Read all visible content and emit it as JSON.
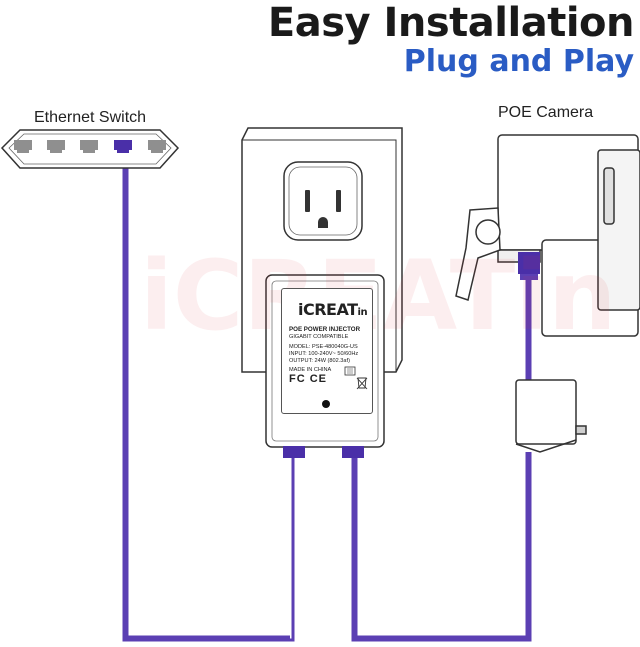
{
  "title": "Easy Installation",
  "subtitle": "Plug and Play",
  "labels": {
    "switch": "Ethernet Switch",
    "camera": "POE Camera"
  },
  "watermark": "iCREATin",
  "injector": {
    "brand": "iCREAT",
    "brand_suffix": "in",
    "line1": "POE POWER INJECTOR",
    "line2": "GIGABIT COMPATIBLE",
    "model": "MODEL: PSE-480040G-US",
    "input": "INPUT: 100-240V~ 50/60Hz",
    "output": "OUTPUT: 24W (802.3af)",
    "origin": "MADE IN CHINA",
    "certs": "FC CE"
  },
  "colors": {
    "cable": "#5b3fb3",
    "port_active": "#4a2fa8",
    "port": "#8f8f8f",
    "title": "#1a1a1a",
    "subtitle": "#2a5cc4"
  },
  "icons": [
    "ethernet-port-icon",
    "outlet-icon",
    "camera-icon",
    "fcc-mark-icon",
    "ce-mark-icon",
    "weee-bin-icon"
  ]
}
